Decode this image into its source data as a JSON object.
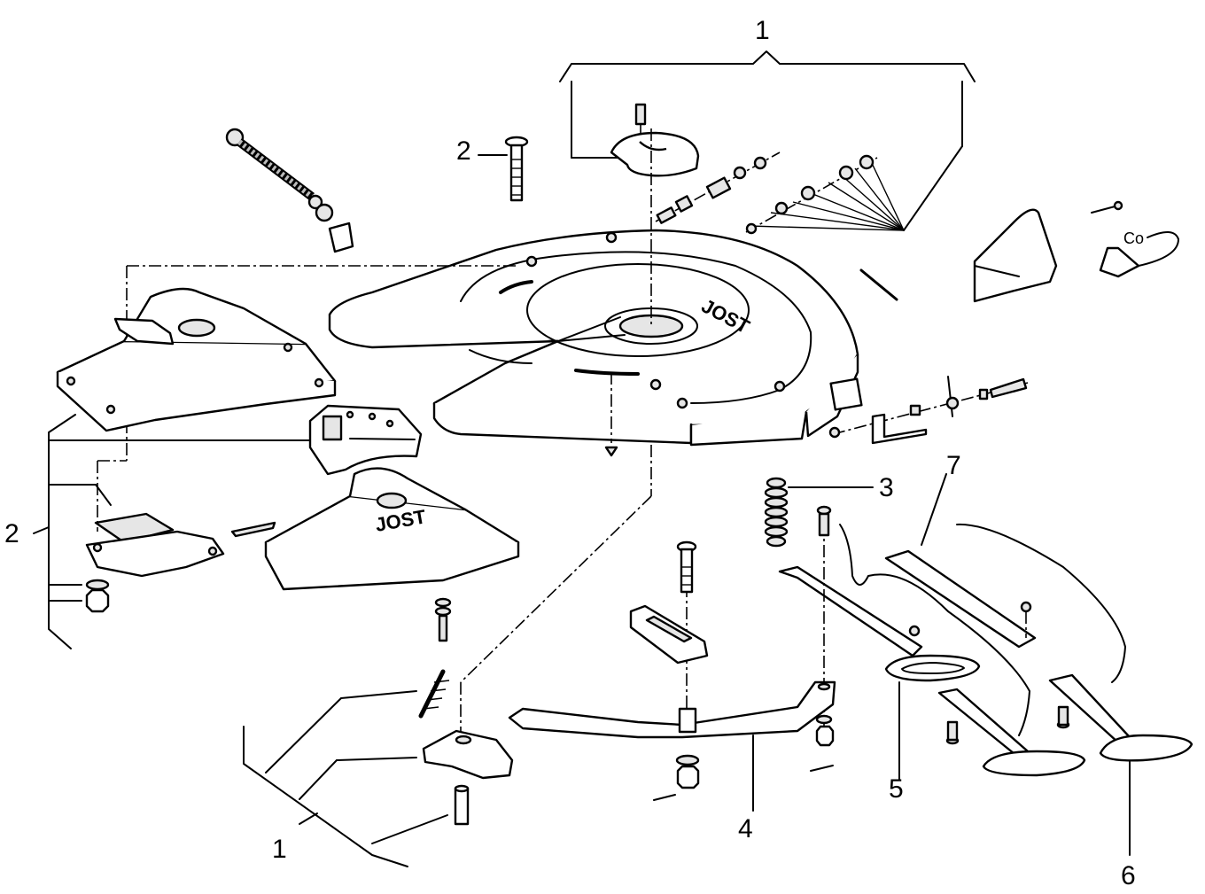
{
  "brand": {
    "plate_logo": "JOST",
    "foot_logo": "JOST"
  },
  "small_label": "Co",
  "callouts": {
    "top_group": "1",
    "kingpin_bolt": "2",
    "left_bracket_group": "2",
    "spring": "3",
    "lever": "4",
    "handle_5": "5",
    "handle_6": "6",
    "rail_7": "7",
    "lock_group": "1"
  }
}
